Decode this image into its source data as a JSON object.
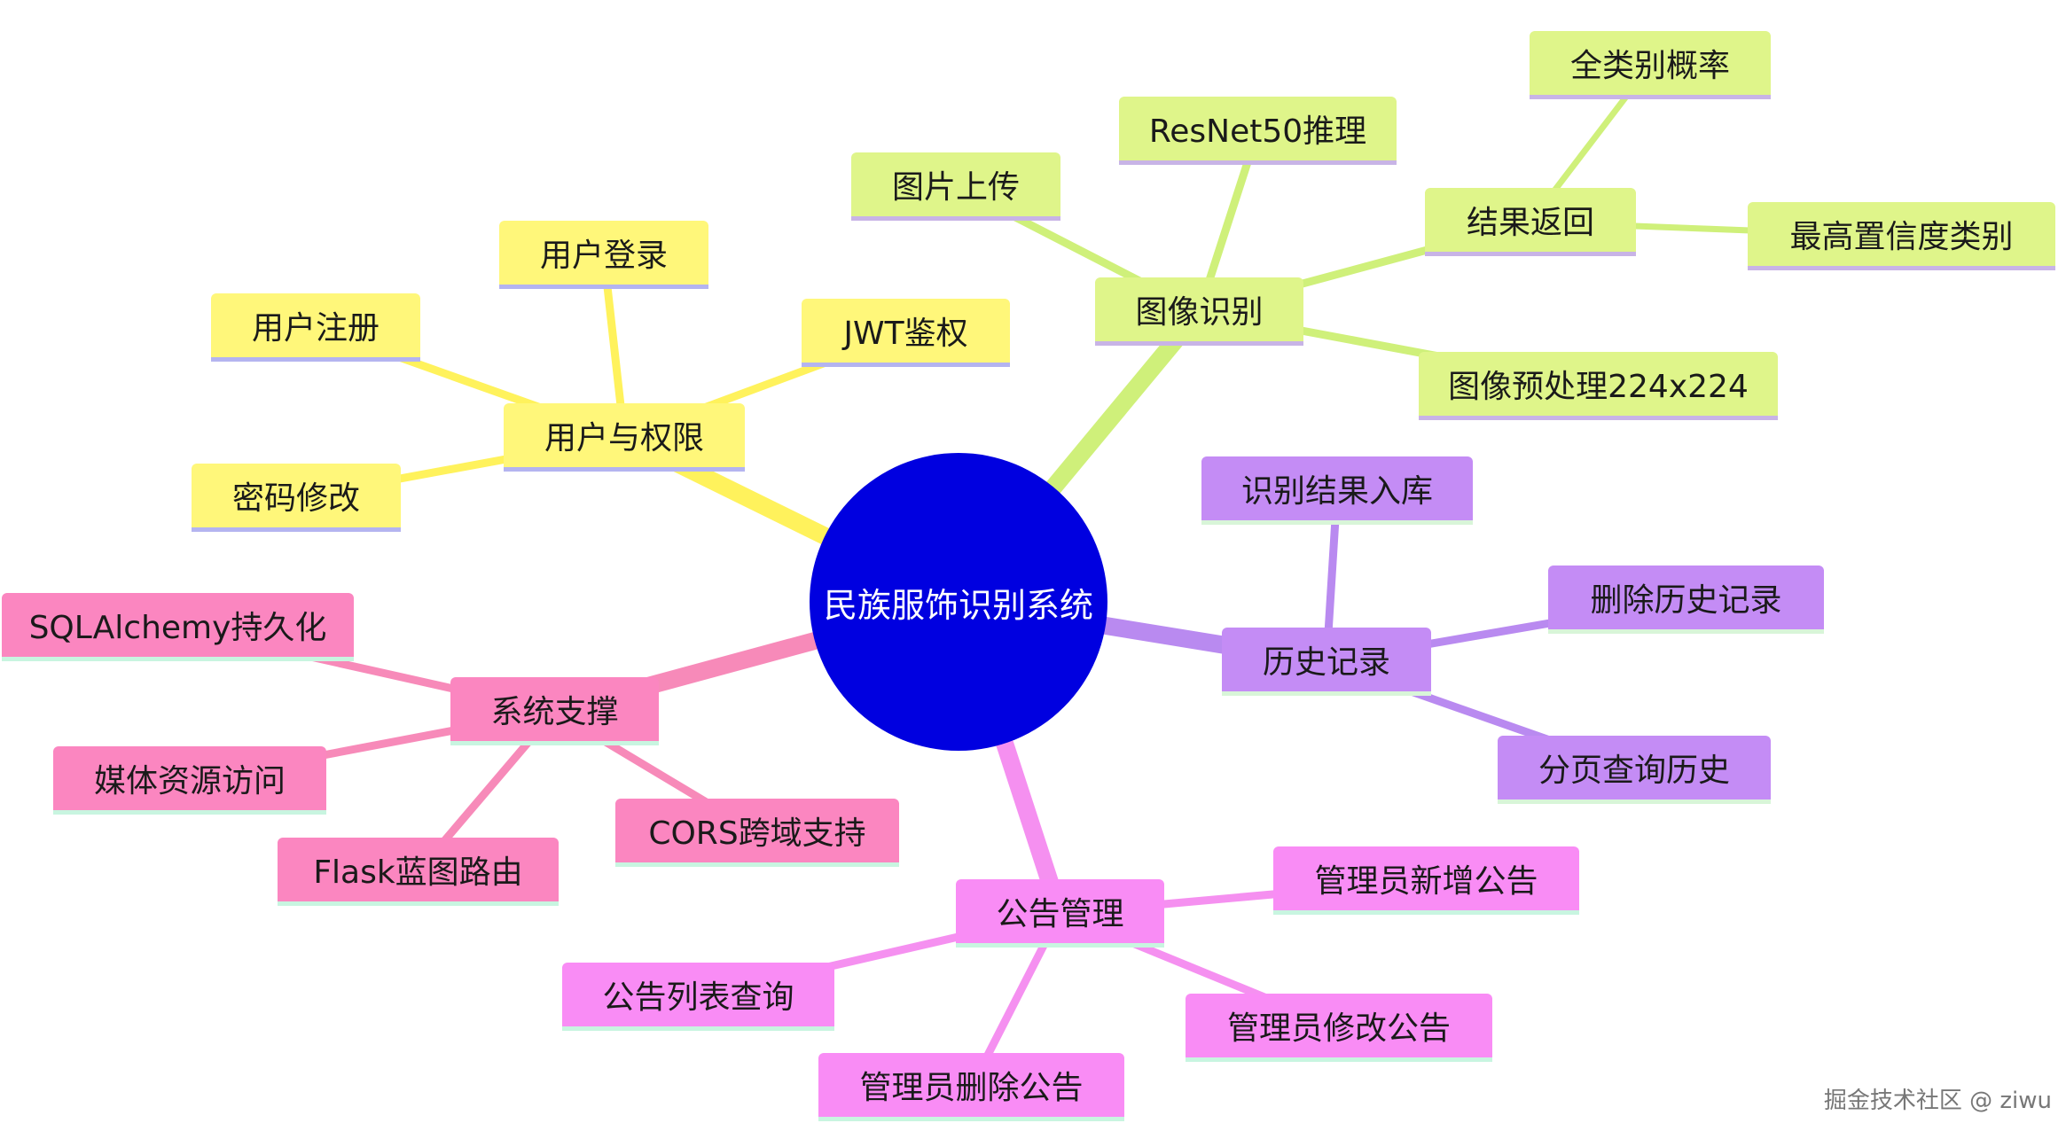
{
  "center": {
    "label": "民族服饰识别系统",
    "color": "#0000e0"
  },
  "branches": [
    {
      "label": "图像识别",
      "fill": "#dff58a",
      "line": "#cff07a",
      "underline": "#c8b4e6",
      "children": [
        {
          "label": "图片上传"
        },
        {
          "label": "ResNet50推理"
        },
        {
          "label": "结果返回",
          "children": [
            {
              "label": "全类别概率"
            },
            {
              "label": "最高置信度类别"
            }
          ]
        },
        {
          "label": "图像预处理224x224"
        }
      ]
    },
    {
      "label": "用户与权限",
      "fill": "#fff77a",
      "line": "#fff25c",
      "underline": "#b4b4f0",
      "children": [
        {
          "label": "用户注册"
        },
        {
          "label": "用户登录"
        },
        {
          "label": "JWT鉴权"
        },
        {
          "label": "密码修改"
        }
      ]
    },
    {
      "label": "历史记录",
      "fill": "#c48cf5",
      "line": "#b98af0",
      "underline": "#d8f5d8",
      "children": [
        {
          "label": "识别结果入库"
        },
        {
          "label": "删除历史记录"
        },
        {
          "label": "分页查询历史"
        }
      ]
    },
    {
      "label": "系统支撑",
      "fill": "#fb86c0",
      "line": "#f78ab9",
      "underline": "#c8f5e0",
      "children": [
        {
          "label": "SQLAlchemy持久化"
        },
        {
          "label": "媒体资源访问"
        },
        {
          "label": "Flask蓝图路由"
        },
        {
          "label": "CORS跨域支持"
        }
      ]
    },
    {
      "label": "公告管理",
      "fill": "#f98cf5",
      "line": "#f590f0",
      "underline": "#c8f5e0",
      "children": [
        {
          "label": "管理员新增公告"
        },
        {
          "label": "公告列表查询"
        },
        {
          "label": "管理员删除公告"
        },
        {
          "label": "管理员修改公告"
        }
      ]
    }
  ],
  "watermark": "掘金技术社区 @ ziwu"
}
